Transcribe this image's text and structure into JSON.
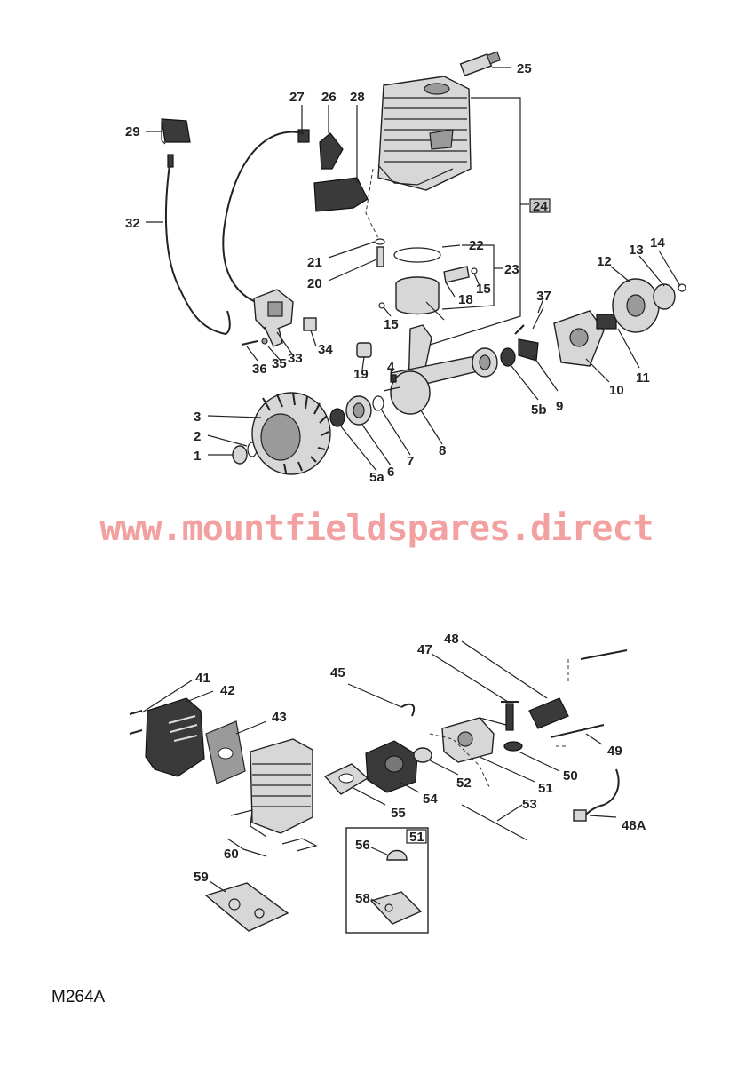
{
  "watermark": "www.mountfieldspares.direct",
  "diagram_code": "M264A",
  "labels": {
    "l1": "1",
    "l2": "2",
    "l3": "3",
    "l4": "4",
    "l5a": "5a",
    "l5b": "5b",
    "l6": "6",
    "l7": "7",
    "l8": "8",
    "l9": "9",
    "l10": "10",
    "l11": "11",
    "l12": "12",
    "l13": "13",
    "l14": "14",
    "l15a": "15",
    "l15b": "15",
    "l18": "18",
    "l19": "19",
    "l20": "20",
    "l21": "21",
    "l22": "22",
    "l23": "23",
    "l24": "24",
    "l25": "25",
    "l26": "26",
    "l27": "27",
    "l28": "28",
    "l29": "29",
    "l32": "32",
    "l33": "33",
    "l34": "34",
    "l35": "35",
    "l36": "36",
    "l37": "37",
    "l41": "41",
    "l42": "42",
    "l43": "43",
    "l45": "45",
    "l47": "47",
    "l48": "48",
    "l48a": "48A",
    "l49": "49",
    "l50": "50",
    "l51": "51",
    "l51box": "51",
    "l52": "52",
    "l53": "53",
    "l54": "54",
    "l55": "55",
    "l56": "56",
    "l58": "58",
    "l59": "59",
    "l60": "60"
  }
}
